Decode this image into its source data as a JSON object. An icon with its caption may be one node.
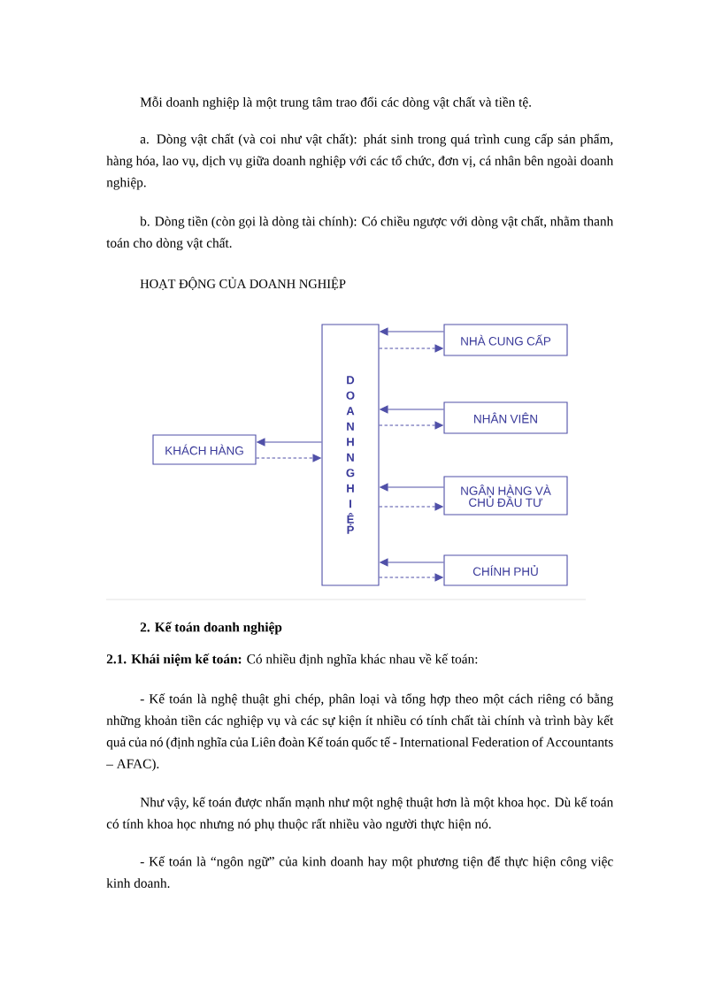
{
  "diagram": {
    "title": "HOẠT ĐỘNG CỦA DOANH NGHIỆP",
    "nodes": [
      {
        "text": [
          "DOANH NGHIỆP"
        ]
      },
      {
        "text": [
          "NHÀ CUNG CẤP"
        ]
      },
      {
        "text": [
          "NHÂN VIÊN"
        ]
      },
      {
        "text": [
          "KHÁCH HÀNG"
        ]
      },
      {
        "text": [
          "NGÂN HÀNG VÀ CHỦ ĐẦU TƯ"
        ]
      },
      {
        "text": [
          "CHÍNH PHỦ"
        ]
      }
    ],
    "edges": [
      {
        "from": 1,
        "to": 0,
        "arrow": "to"
      },
      {
        "from": 0,
        "to": 1,
        "arrow": "to",
        "style": "dashed"
      },
      {
        "from": 2,
        "to": 0,
        "arrow": "to"
      },
      {
        "from": 0,
        "to": 2,
        "arrow": "to",
        "style": "dashed"
      },
      {
        "from": 0,
        "to": 3,
        "arrow": "to"
      },
      {
        "from": 3,
        "to": 0,
        "arrow": "to",
        "style": "dashed"
      },
      {
        "from": 4,
        "to": 0,
        "arrow": "to"
      },
      {
        "from": 0,
        "to": 4,
        "arrow": "to",
        "style": "dashed"
      },
      {
        "from": 5,
        "to": 0,
        "arrow": "to"
      },
      {
        "from": 0,
        "to": 5,
        "arrow": "to",
        "style": "dashed"
      }
    ],
    "labels": [
      "Mỗi doanh nghiệp là một trung tâm trao đổi các dòng vật chất và tiền tệ.",
      "a. Dòng vật chất (và coi như vật chất): phát sinh trong quá trình cung cấp sản phẩm, hàng hóa, lao vụ, dịch vụ giữa doanh nghiệp với các tổ chức, đơn vị, cá nhân bên ngoài doanh nghiệp.",
      "b. Dòng tiền (còn gọi là dòng tài chính): Có chiều ngược với dòng vật chất, nhằm thanh toán cho dòng vật chất.",
      "2. Kế toán doanh nghiệp",
      "**2.1. Khái niệm kế toán:** Có nhiều định nghĩa khác nhau về kế toán:",
      "- Kế toán là nghệ thuật ghi chép, phân loại và tổng hợp theo một cách riêng có bằng những khoản tiền các nghiệp vụ và các sự kiện ít nhiều có tính chất tài chính và trình bày kết quả của nó (định nghĩa của Liên đoàn Kế toán quốc tế - International Federation of Accountants – AFAC).",
      "Như vậy, kế toán được nhấn mạnh như một nghệ thuật hơn là một khoa học. Dù kế toán có tính khoa học nhưng nó phụ thuộc rất nhiều vào người thực hiện nó.",
      "- Kế toán là “ngôn ngữ” của kinh doanh hay một phương tiện để thực hiện công việc kinh doanh."
    ]
  }
}
